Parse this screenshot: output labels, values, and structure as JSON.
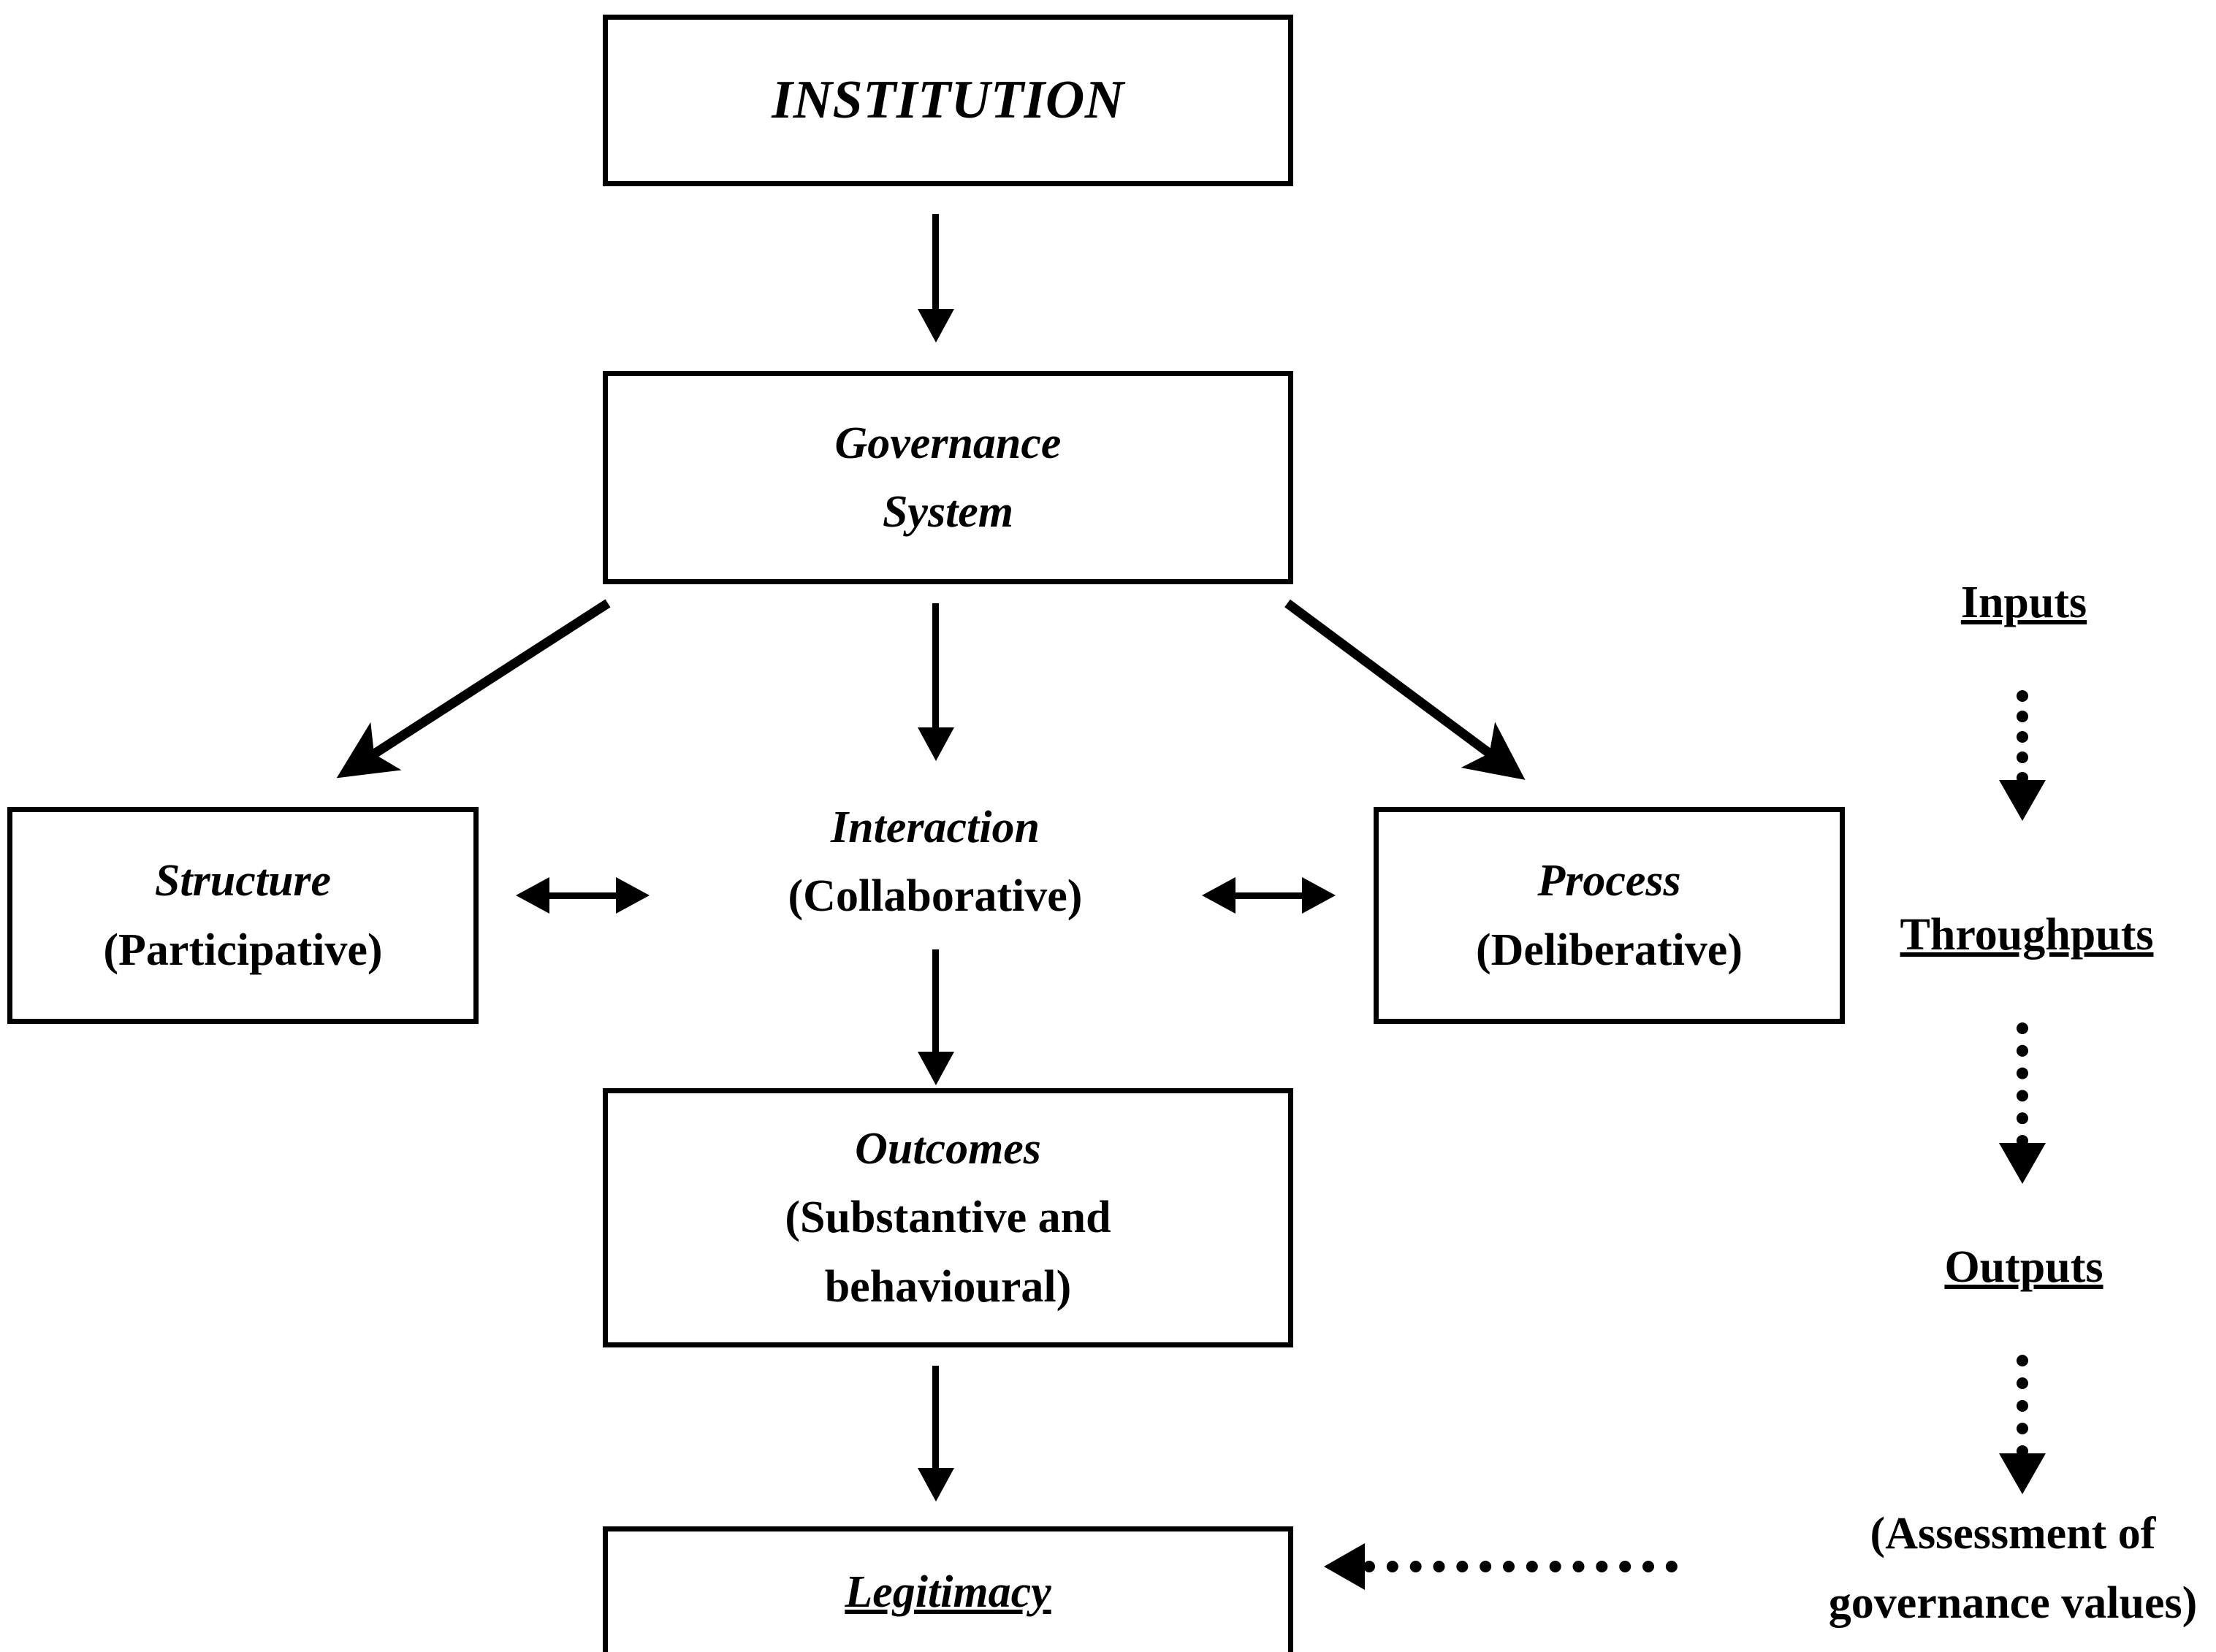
{
  "diagram": {
    "title": "Institutional governance legitimacy framework",
    "colors": {
      "background": "#ffffff",
      "stroke": "#000000",
      "text": "#000000"
    },
    "nodes": {
      "institution": {
        "label": "INSTITUTION",
        "style": "bold-italic"
      },
      "governance_system": {
        "line1": "Governance",
        "line2": "System",
        "style": "bold-italic"
      },
      "structure": {
        "line1": "Structure",
        "line2": "(Participative)",
        "style": "bold-italic + bold-upright"
      },
      "interaction": {
        "line1": "Interaction",
        "line2": "(Collaborative)",
        "style": "bold-italic + bold-upright",
        "boxed": "false"
      },
      "process": {
        "line1": "Process",
        "line2": "(Deliberative)",
        "style": "bold-italic + bold-upright"
      },
      "outcomes": {
        "line1": "Outcomes",
        "line2": "(Substantive and",
        "line3": "behavioural)",
        "style": "bold-italic + bold-upright"
      },
      "legitimacy": {
        "label": "Legitimacy",
        "style": "bold-italic-underlined"
      }
    },
    "side_column": {
      "inputs": "Inputs",
      "throughputs": "Throughputs",
      "outputs": "Outputs",
      "assessment_line1": "(Assessment of",
      "assessment_line2": "governance values)"
    },
    "connectors": {
      "institution_to_governance": "solid-down-arrow",
      "governance_to_structure": "solid-diagonal-down-left-arrow",
      "governance_to_interaction": "solid-down-arrow",
      "governance_to_process": "solid-diagonal-down-right-arrow",
      "structure_interaction": "solid-double-headed-horizontal-arrow",
      "interaction_process": "solid-double-headed-horizontal-arrow",
      "interaction_to_outcomes": "solid-down-arrow",
      "outcomes_to_legitimacy": "solid-down-arrow",
      "inputs_to_throughputs": "dotted-down-arrow",
      "throughputs_to_outputs": "dotted-down-arrow",
      "outputs_to_assessment": "dotted-down-arrow",
      "assessment_to_legitimacy": "dotted-left-arrow"
    }
  }
}
